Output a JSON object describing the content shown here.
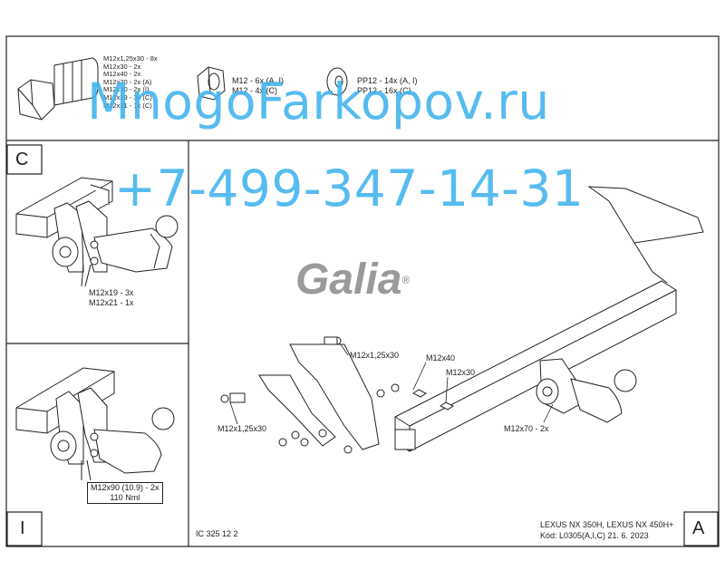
{
  "hardware": {
    "bolt_specs": [
      "M12x1,25x30 - 8x",
      "M12x30 - 2x",
      "M12x40 - 2x",
      "M12x70 - 2x (A)",
      "M12x90 - 2x (I)",
      "M12x19 - 3x (C)",
      "M12x21 - 1x (C)"
    ],
    "nut_specs": [
      "M12 - 6x (A, I)",
      "M12 - 4x (C)"
    ],
    "washer_specs": [
      "PP12 - 14x (A, I)",
      "PP12 - 16x (C)"
    ]
  },
  "panel_c": {
    "letter": "C",
    "bolt_labels": [
      "M12x19 - 3x",
      "M12x21 - 1x"
    ]
  },
  "panel_i": {
    "letter": "I",
    "bolt_labels": [
      "M12x90 (10.9) - 2x",
      "110 Nml"
    ]
  },
  "panel_a": {
    "letter": "A"
  },
  "main_labels": {
    "m12x1_25x30_top": "M12x1,25x30",
    "m12x40": "M12x40",
    "m12x30": "M12x30",
    "m12x1_25x30_left": "M12x1,25x30",
    "m12x70": "M12x70 - 2x"
  },
  "footer": {
    "code": "IC 325 12 2",
    "vehicle": "LEXUS NX 350H, LEXUS NX 450H+",
    "kod": "Kód: L0305(A,I,C)  21. 6. 2023"
  },
  "logo": {
    "brand": "Galia",
    "registered": "®"
  },
  "watermark": {
    "site": "MnogoFarkopov.ru",
    "phone": "+7-499-347-14-31"
  },
  "colors": {
    "watermark": "#3fb3ee",
    "line": "#222222",
    "logo": "#9a9a9a"
  }
}
